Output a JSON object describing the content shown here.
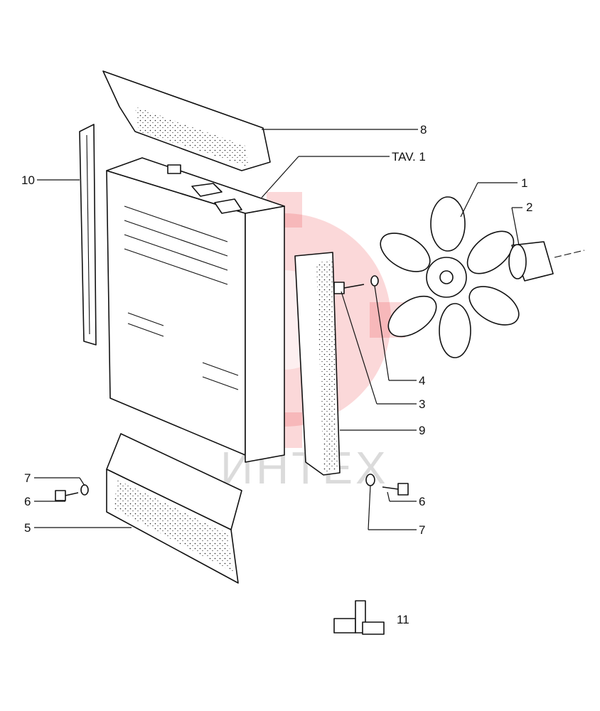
{
  "labels": {
    "l1": "1",
    "l2": "2",
    "l3": "3",
    "l4": "4",
    "l5": "5",
    "l6a": "6",
    "l6b": "6",
    "l7a": "7",
    "l7b": "7",
    "l8": "8",
    "l9": "9",
    "l10": "10",
    "l11": "11",
    "tav": "TAV. 1"
  },
  "watermark": {
    "text": "ИНТЕХ",
    "color": "#e8262b"
  }
}
